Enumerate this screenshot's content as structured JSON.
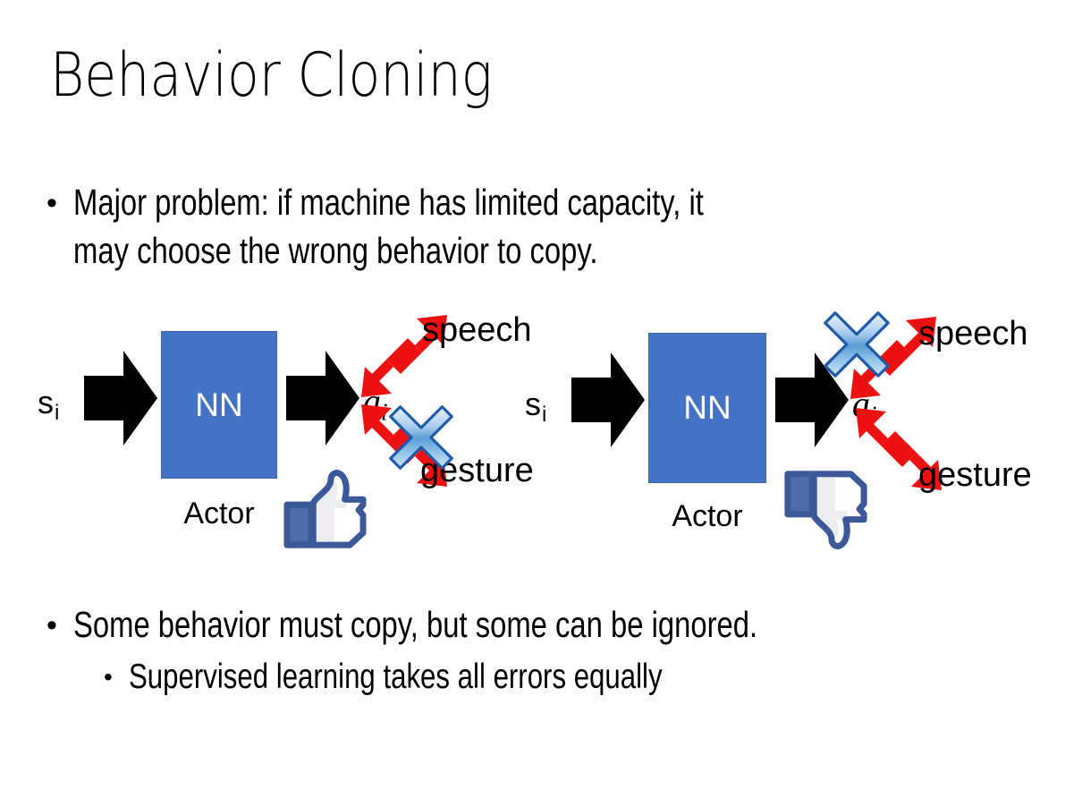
{
  "slide": {
    "title": "Behavior Cloning",
    "background_color": "#ffffff",
    "text_color": "#000000"
  },
  "bullets": {
    "top": {
      "marker": "•",
      "line1": "Major problem: if machine has limited capacity, it",
      "line2": "may choose the wrong behavior to copy."
    },
    "bottom": {
      "marker": "•",
      "line1": "Some behavior must copy, but some can be ignored.",
      "sub_marker": "•",
      "line2": "Supervised learning takes all errors equally"
    }
  },
  "colors": {
    "nn_box_fill": "#4472C4",
    "nn_box_border": "#3f66ad",
    "nn_box_text": "#ffffff",
    "red_arrow": "#EE1111",
    "cross_light": "#cfe3f7",
    "cross_mid": "#5b9bd5",
    "cross_dark": "#1f5aa8",
    "thumb_outline": "#3B5998",
    "thumb_fill": "#ffffff",
    "thumb_cuff": "#4e6bab",
    "block_arrow": "#000000"
  },
  "diagram": {
    "left_panel": {
      "state_label": "s",
      "state_subscript": "i",
      "nn_label": "NN",
      "actor_label": "Actor",
      "output_label": "a",
      "output_subscript": "i",
      "output_hat": "ˆ",
      "upper_mode": "speech",
      "lower_mode": "gesture",
      "crossed_mode": "gesture",
      "feedback_icon": "thumbs-up-icon",
      "feedback_sentiment": "positive"
    },
    "right_panel": {
      "state_label": "s",
      "state_subscript": "i",
      "nn_label": "NN",
      "actor_label": "Actor",
      "output_label": "a",
      "output_subscript": "i",
      "output_hat": "ˆ",
      "upper_mode": "speech",
      "lower_mode": "gesture",
      "crossed_mode": "speech",
      "feedback_icon": "thumbs-down-icon",
      "feedback_sentiment": "negative"
    }
  }
}
